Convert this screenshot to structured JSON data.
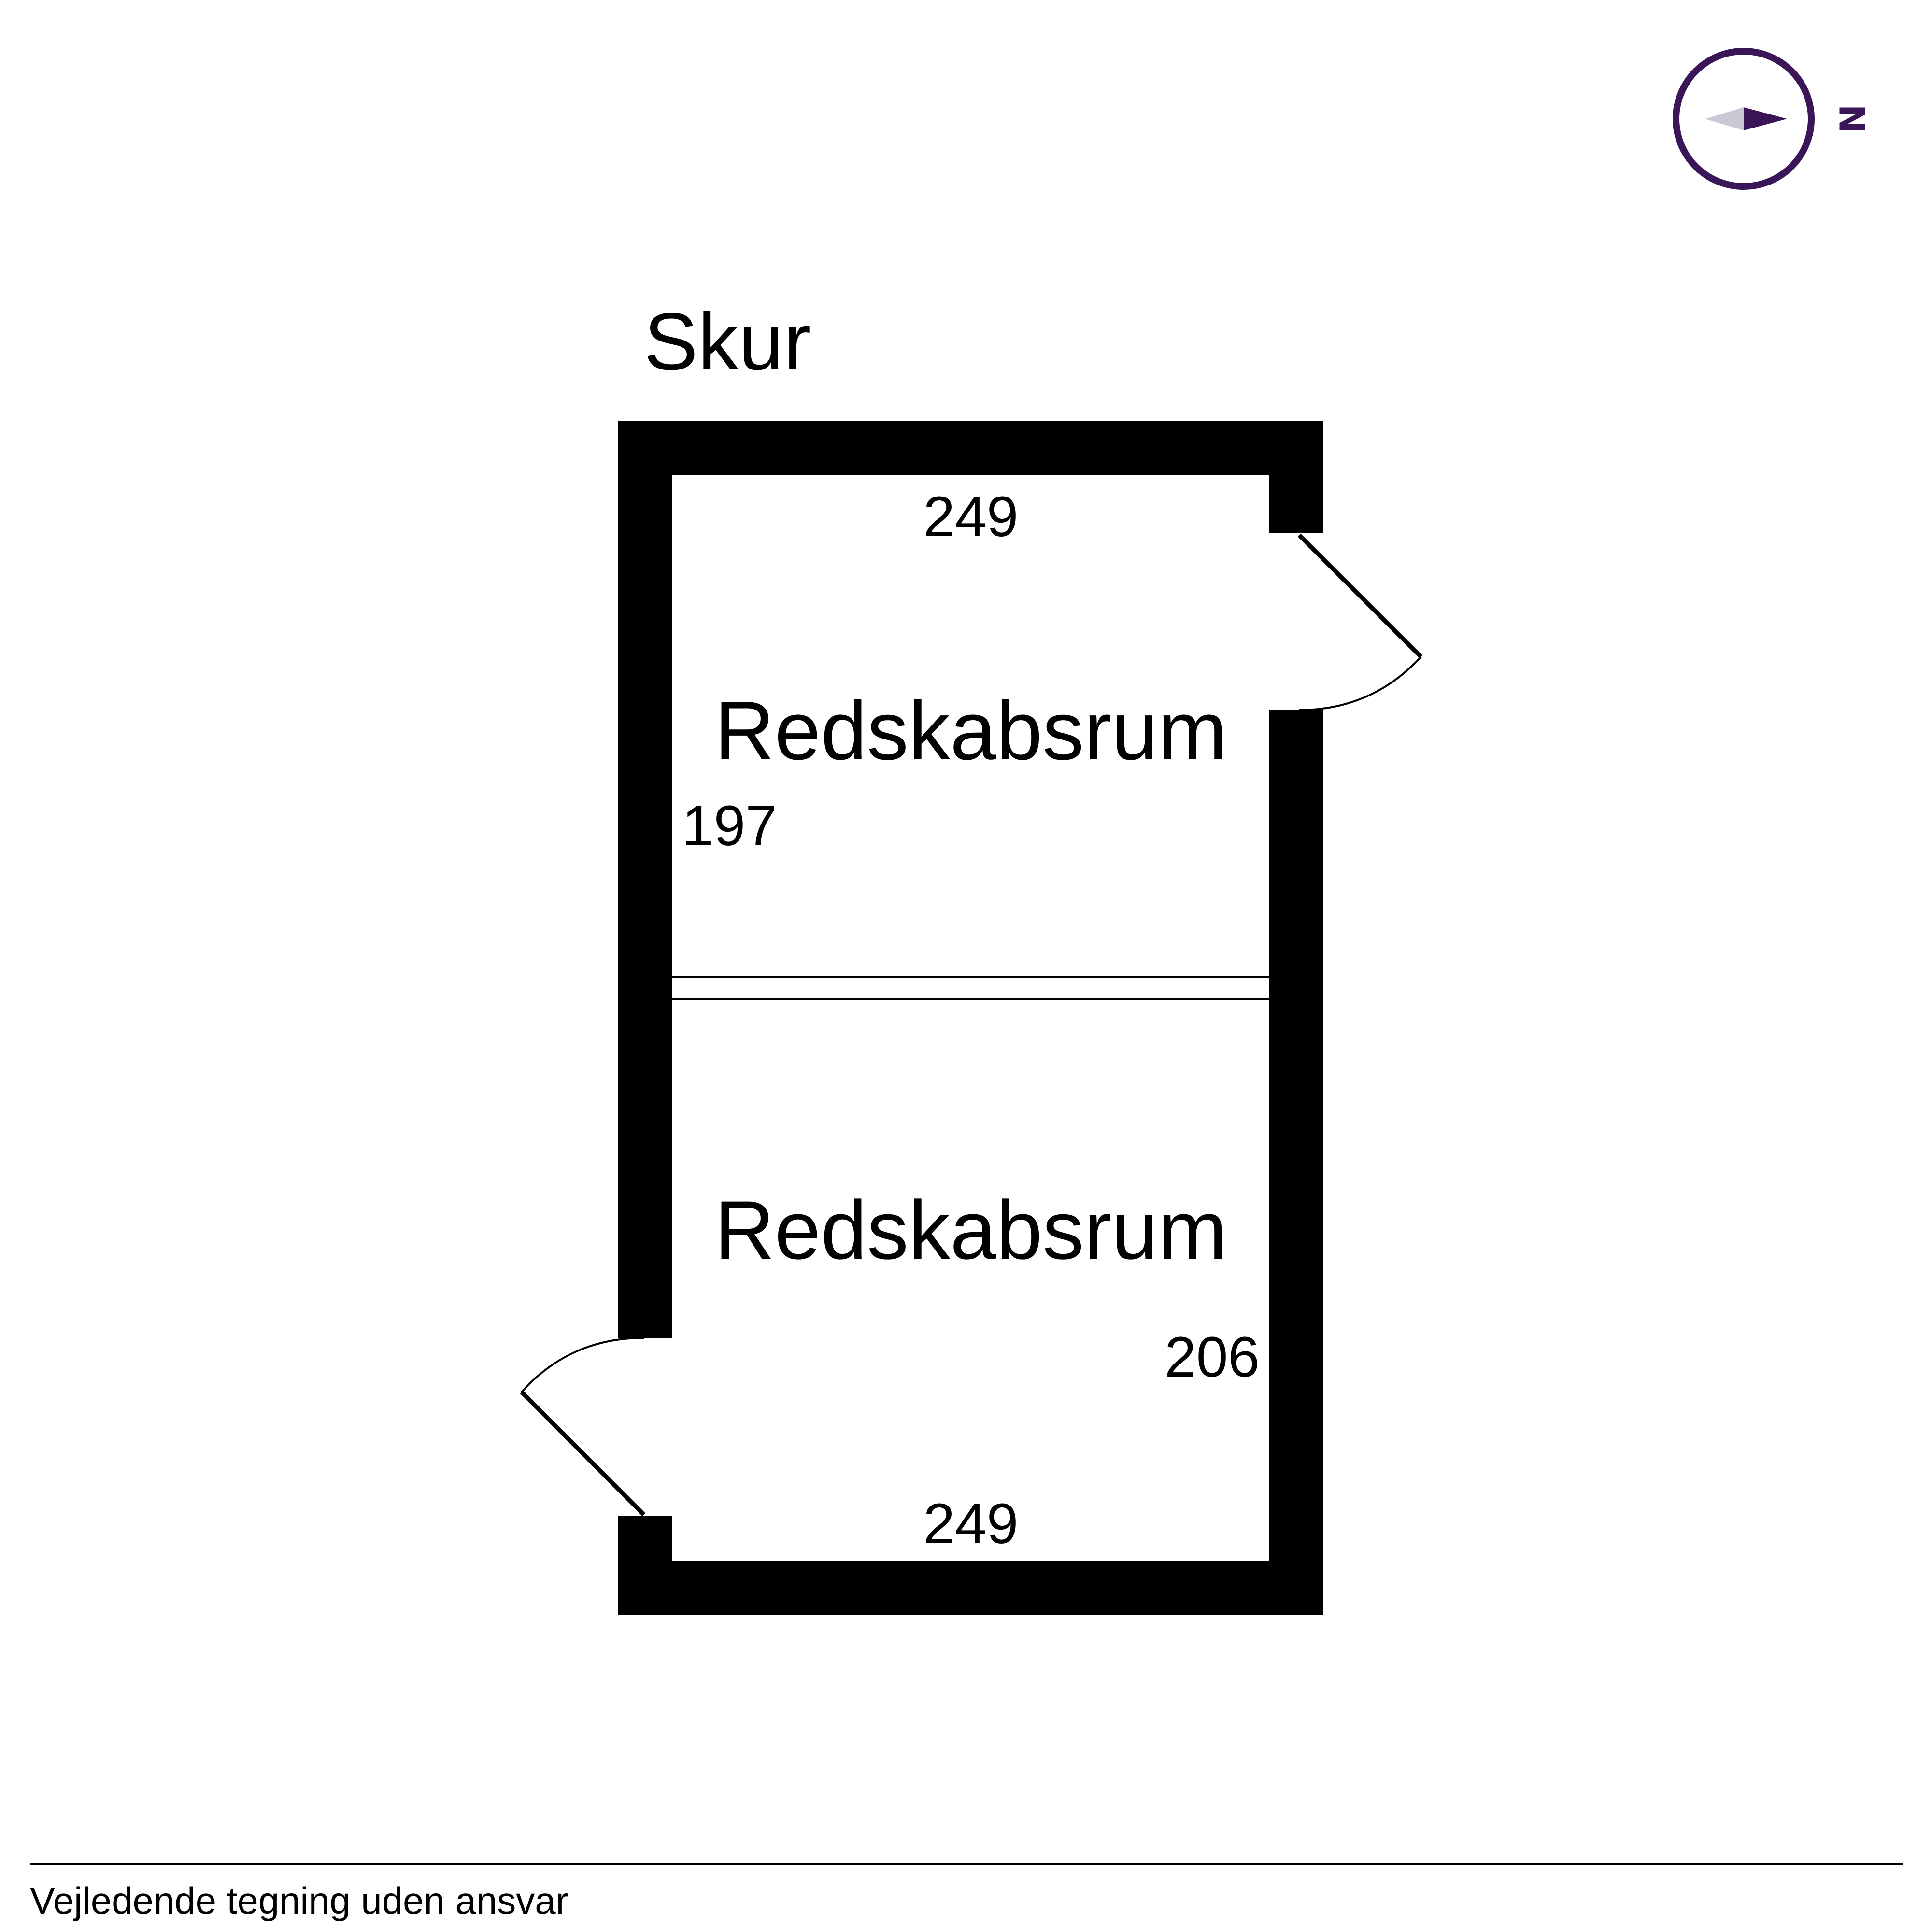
{
  "building": {
    "title": "Skur"
  },
  "rooms": [
    {
      "name": "Redskabsrum",
      "width_dim": "249",
      "depth_dim": "197"
    },
    {
      "name": "Redskabsrum",
      "width_dim": "249",
      "depth_dim": "206"
    }
  ],
  "compass": {
    "letter": "N",
    "color": "#3a1557",
    "secondary_color": "#c9c9d6",
    "north_direction": "right"
  },
  "footer": {
    "disclaimer": "Vejledende tegning uden ansvar"
  },
  "colors": {
    "wall": "#000000",
    "background": "#ffffff"
  }
}
